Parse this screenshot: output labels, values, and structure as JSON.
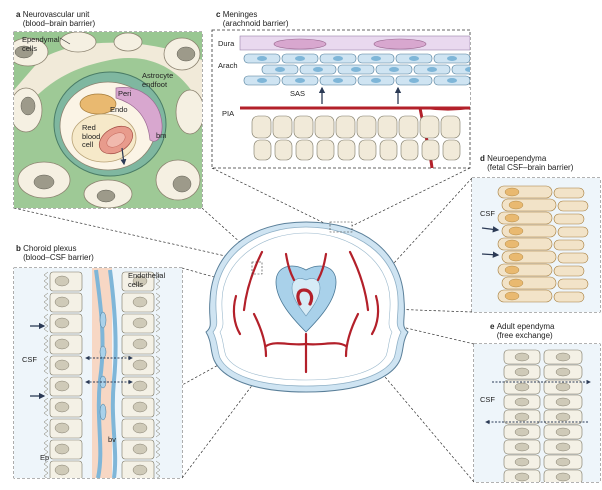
{
  "colors": {
    "accent_red": "#b3202a",
    "membrane_blue": "#7fb6d8",
    "cell_tan": "#f2e3c8",
    "cell_orange": "#e9b970",
    "pink": "#d8a7cf",
    "green": "#8fc38a",
    "dark_arrow": "#2b3a55"
  },
  "panels": {
    "a": {
      "letter": "a",
      "title": "Neurovascular unit\n(blood–brain barrier)",
      "labels": {
        "ependymal": "Ependymal\ncells",
        "astrocyte": "Astrocyte\nendfoot",
        "peri": "Peri",
        "endo": "Endo",
        "rbc": "Red\nblood\ncell",
        "bm": "bm"
      }
    },
    "b": {
      "letter": "b",
      "title": "Choroid plexus\n(blood–CSF barrier)",
      "labels": {
        "endothelial": "Endothelial\ncells",
        "csf": "CSF",
        "bv": "bv",
        "ep": "Ep"
      }
    },
    "c": {
      "letter": "c",
      "title": "Meninges\n(arachnoid barrier)",
      "labels": {
        "dura": "Dura",
        "arach": "Arach",
        "sas": "SAS",
        "pia": "PIA"
      }
    },
    "d": {
      "letter": "d",
      "title": "Neuroependyma\n(fetal CSF–brain barrier)",
      "labels": {
        "csf": "CSF"
      }
    },
    "e": {
      "letter": "e",
      "title": "Adult ependyma\n(free exchange)",
      "labels": {
        "csf": "CSF"
      }
    }
  }
}
